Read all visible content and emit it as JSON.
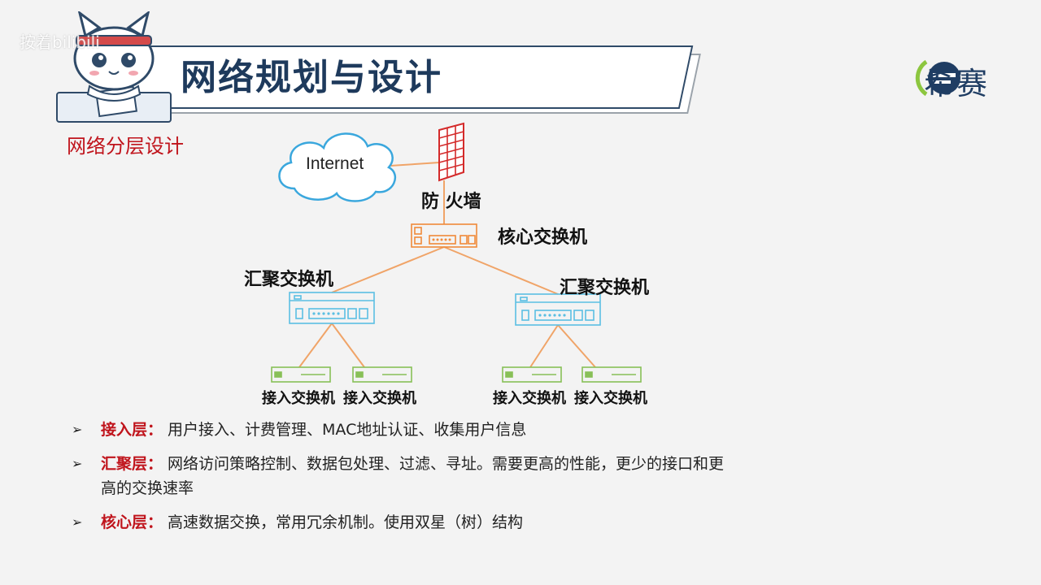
{
  "watermark": "按着bilibili",
  "title": "网络规划与设计",
  "section_title": "网络分层设计",
  "logo": {
    "text": "希赛"
  },
  "diagram": {
    "internet": "Internet",
    "firewall": "防 火墙",
    "core": "核心交换机",
    "aggregation": [
      "汇聚交换机",
      "汇聚交换机"
    ],
    "access": [
      "接入交换机",
      "接入交换机",
      "接入交换机",
      "接入交换机"
    ],
    "colors": {
      "link": "#f0a468",
      "core": "#f08a3a",
      "agg": "#5bbfe3",
      "access": "#88c057",
      "firewall": "#d42a2a",
      "cloud": "#3aa7dd"
    }
  },
  "bullets": [
    {
      "key": "接入层：",
      "desc": "用户接入、计费管理、MAC地址认证、收集用户信息"
    },
    {
      "key": "汇聚层：",
      "desc": "网络访问策略控制、数据包处理、过滤、寻址。需要更高的性能，更少的接口和更高的交换速率"
    },
    {
      "key": "核心层：",
      "desc": "高速数据交换，常用冗余机制。使用双星（树）结构"
    }
  ]
}
